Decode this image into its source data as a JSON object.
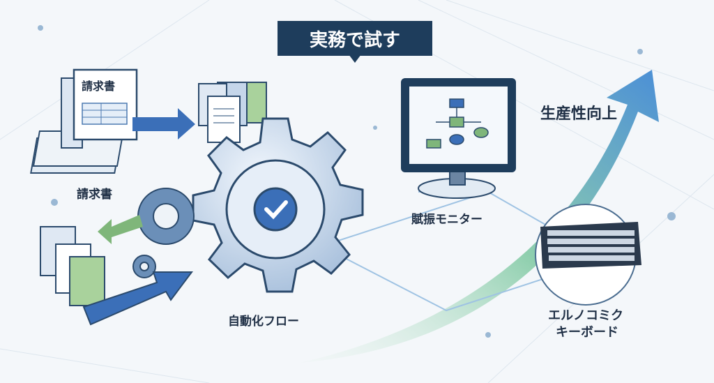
{
  "title": "実務で試す",
  "labels": {
    "invoice_doc": "請求書",
    "invoice": "請求書",
    "automation_flow": "自動化フロー",
    "monitor": "賦振モニター",
    "productivity": "生産性向上",
    "keyboard_line1": "エルノコミク",
    "keyboard_line2": "キーボード"
  },
  "colors": {
    "navy": "#1e3d5c",
    "blue": "#3b6fb8",
    "green": "#7fb67a",
    "gear": "#c9d8ea"
  }
}
